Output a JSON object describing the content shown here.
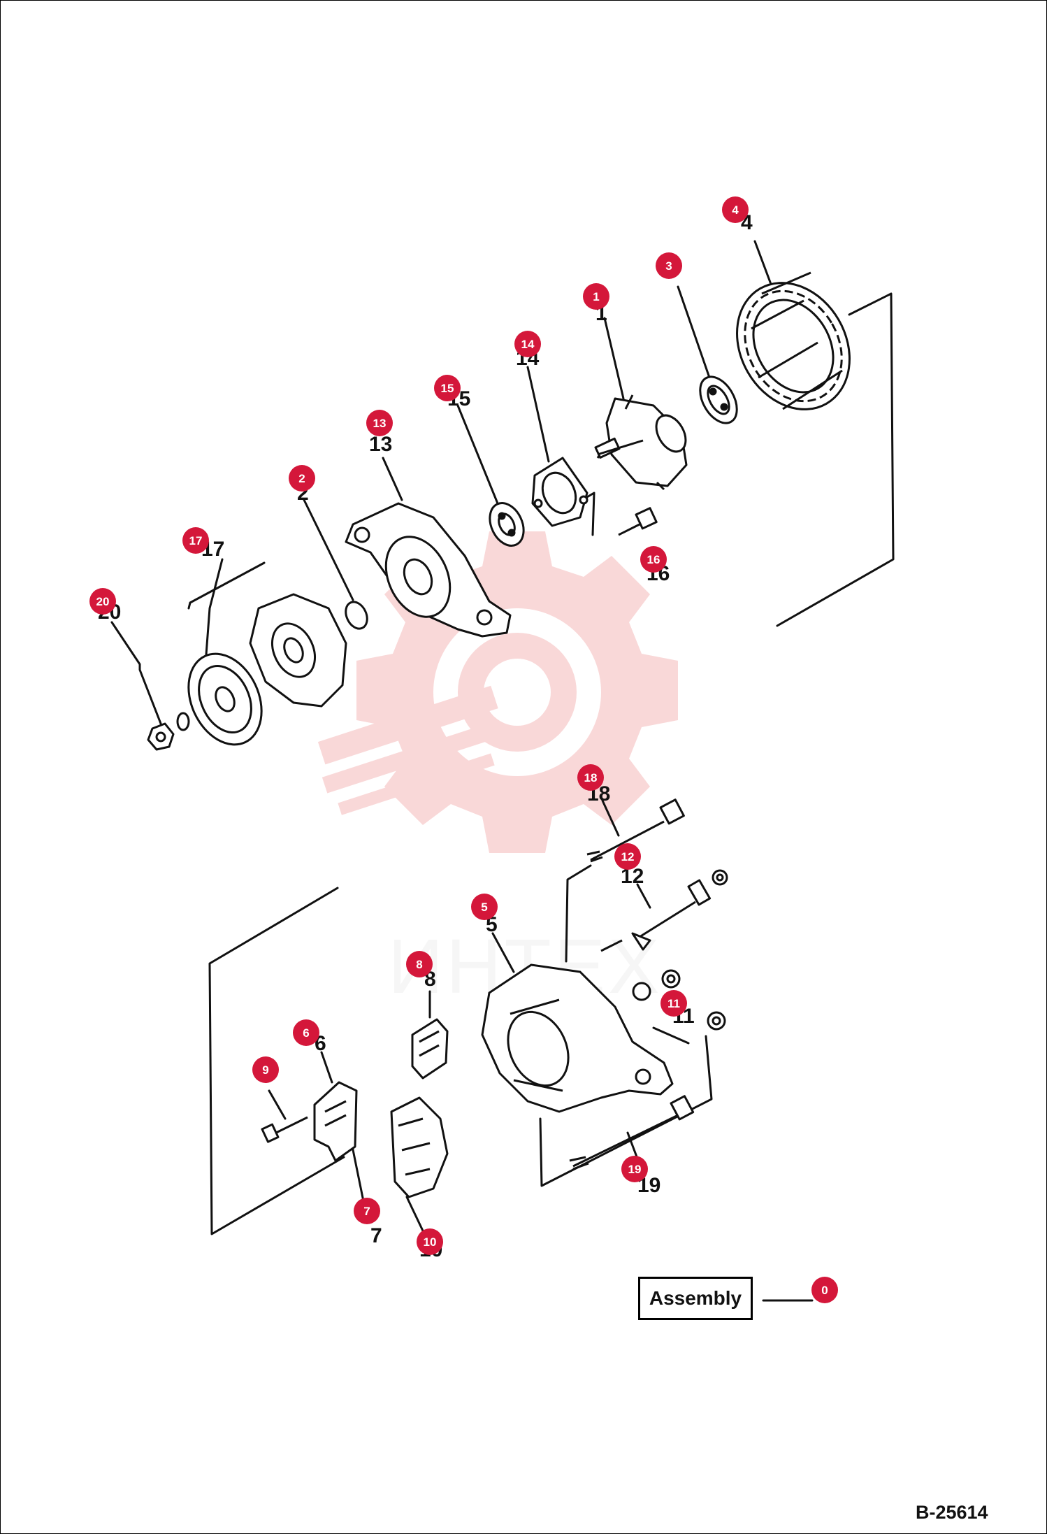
{
  "diagram": {
    "figure_id": "B-25614",
    "watermark_text": "ИНТЕХ",
    "assembly_label": "Assembly",
    "assembly_callout": "0",
    "colors": {
      "callout": "#d4173a",
      "line": "#111111",
      "watermark": "#f4b8b8"
    },
    "parts": [
      {
        "id": "p1",
        "number": "1",
        "callout": "1"
      },
      {
        "id": "p2",
        "number": "2",
        "callout": "2"
      },
      {
        "id": "p3",
        "number": "3",
        "callout": "3"
      },
      {
        "id": "p4",
        "number": "4",
        "callout": "4"
      },
      {
        "id": "p5",
        "number": "5",
        "callout": "5"
      },
      {
        "id": "p6",
        "number": "6",
        "callout": "6"
      },
      {
        "id": "p7",
        "number": "7",
        "callout": "7"
      },
      {
        "id": "p8",
        "number": "8",
        "callout": "8"
      },
      {
        "id": "p9",
        "number": "9",
        "callout": "9"
      },
      {
        "id": "p10",
        "number": "10",
        "callout": "10"
      },
      {
        "id": "p11",
        "number": "11",
        "callout": "11"
      },
      {
        "id": "p12",
        "number": "12",
        "callout": "12"
      },
      {
        "id": "p13",
        "number": "13",
        "callout": "13"
      },
      {
        "id": "p14",
        "number": "14",
        "callout": "14"
      },
      {
        "id": "p15",
        "number": "15",
        "callout": "15"
      },
      {
        "id": "p16",
        "number": "16",
        "callout": "16"
      },
      {
        "id": "p17",
        "number": "17",
        "callout": "17"
      },
      {
        "id": "p18",
        "number": "18",
        "callout": "18"
      },
      {
        "id": "p19",
        "number": "19",
        "callout": "19"
      },
      {
        "id": "p20",
        "number": "20",
        "callout": "20"
      }
    ]
  }
}
